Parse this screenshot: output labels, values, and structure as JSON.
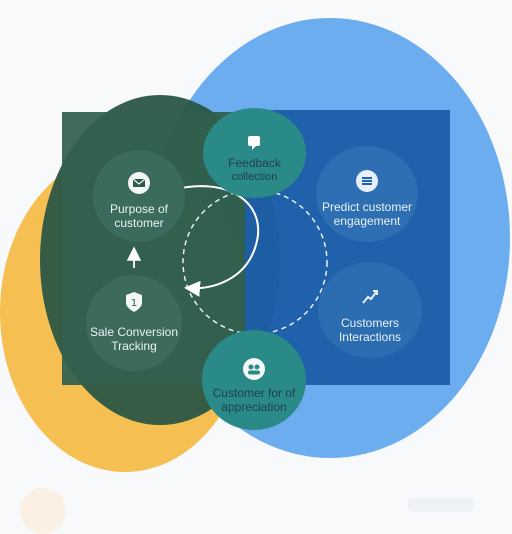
{
  "colors": {
    "blue_blob": "#5aa0ea",
    "yellow_blob": "#f5bd4f",
    "green_panel": "#2f5a4b",
    "blue_panel": "#1f62ad",
    "teal_node": "#2a8a87"
  },
  "nodes": [
    {
      "id": "top",
      "icon": "chat-icon",
      "line1": "Feedback",
      "line2": "collection"
    },
    {
      "id": "left-top",
      "icon": "mail-icon",
      "line1": "Purpose of",
      "line2": "customer"
    },
    {
      "id": "left-bottom",
      "icon": "badge-icon",
      "line1": "Sale Conversion",
      "line2": "Tracking"
    },
    {
      "id": "right-top",
      "icon": "list-icon",
      "line1": "Predict customer",
      "line2": "engagement"
    },
    {
      "id": "right-bottom",
      "icon": "growth-icon",
      "line1": "Customers",
      "line2": "Interactions"
    },
    {
      "id": "bottom",
      "icon": "people-icon",
      "line1": "Customer for of",
      "line2": "appreciation"
    }
  ]
}
